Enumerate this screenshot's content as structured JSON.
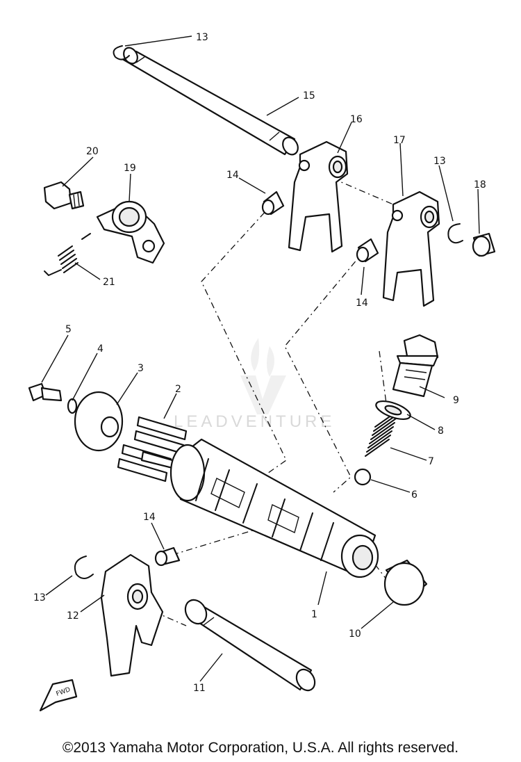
{
  "watermark": "LEADVENTURE",
  "copyright": "©2013 Yamaha Motor Corporation, U.S.A. All rights reserved.",
  "fwd_label": "FWD",
  "callouts": [
    "1",
    "2",
    "3",
    "4",
    "5",
    "6",
    "7",
    "8",
    "9",
    "10",
    "11",
    "12",
    "13",
    "13",
    "13",
    "14",
    "14",
    "14",
    "15",
    "16",
    "17",
    "18",
    "19",
    "20",
    "21"
  ]
}
